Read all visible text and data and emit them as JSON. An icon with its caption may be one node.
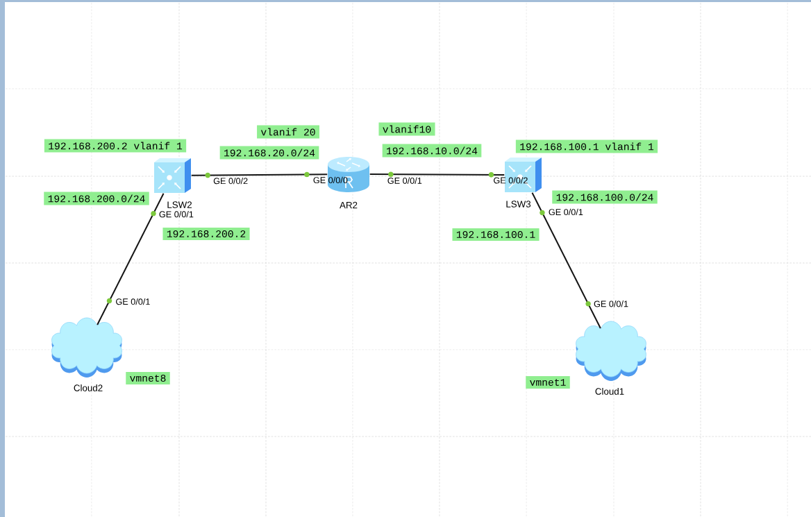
{
  "diagram": {
    "nodes": [
      {
        "text": [
          "vlanif 20"
        ]
      },
      {
        "text": [
          "vlanif10"
        ]
      },
      {
        "text": [
          "192.168.200.2 vlanif 1"
        ]
      },
      {
        "text": [
          "192.168.20.0/24"
        ]
      },
      {
        "text": [
          "192.168.10.0/24"
        ]
      },
      {
        "text": [
          "192.168.100.1 vlanif 1"
        ]
      },
      {
        "text": [
          "LSW2"
        ]
      },
      {
        "text": [
          "AR2"
        ]
      },
      {
        "text": [
          "LSW3"
        ]
      },
      {
        "text": [
          "192.168.200.0/24"
        ]
      },
      {
        "text": [
          "192.168.100.0/24"
        ]
      },
      {
        "text": [
          "192.168.200.2"
        ]
      },
      {
        "text": [
          "192.168.100.1"
        ]
      },
      {
        "text": [
          "Cloud2"
        ]
      },
      {
        "text": [
          "vmnet8"
        ]
      },
      {
        "text": [
          "vmnet1"
        ]
      },
      {
        "text": [
          "Cloud1"
        ]
      }
    ],
    "edges": [
      {
        "from": 6,
        "to": 7,
        "arrow": "none"
      },
      {
        "from": 7,
        "to": 8,
        "arrow": "none"
      },
      {
        "from": 6,
        "to": 13,
        "arrow": "none"
      },
      {
        "from": 8,
        "to": 16,
        "arrow": "none"
      }
    ],
    "labels": [
      "GE 0/0/2",
      "GE 0/0/0",
      "GE 0/0/1",
      "GE 0/0/2",
      "GE 0/0/1",
      "GE 0/0/1",
      "GE 0/0/1",
      "GE 0/0/1"
    ]
  }
}
